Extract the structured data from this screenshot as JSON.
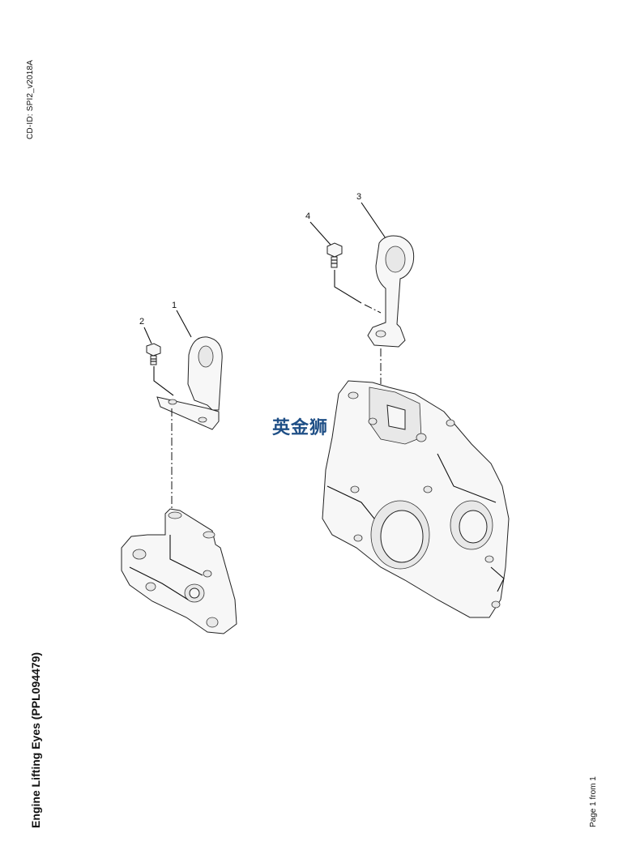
{
  "header": {
    "cd_id": "CD-ID: SPI2_v2018A"
  },
  "title": "Engine Lifting Eyes (PPL094479)",
  "footer": {
    "page": "Page 1 from 1"
  },
  "watermark": "英金狮",
  "callouts": [
    "1",
    "2",
    "3",
    "4"
  ]
}
